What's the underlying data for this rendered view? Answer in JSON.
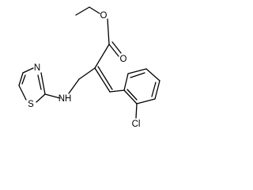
{
  "molecule": {
    "atoms": {
      "ester_carbonyl_oxygen": "O",
      "ester_ether_oxygen": "O",
      "thiazole_nitrogen": "N",
      "thiazole_sulfur": "S",
      "amine_nitrogen": "NH",
      "chlorine": "Cl"
    }
  }
}
